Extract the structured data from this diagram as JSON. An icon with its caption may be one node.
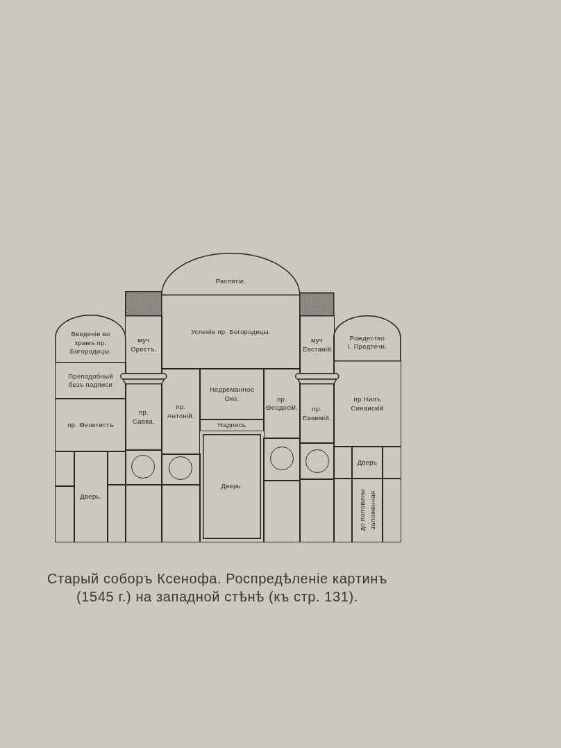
{
  "diagram": {
    "caption": "Старый соборъ Ксенофа. Роспредѣленіе картинъ (1545 г.) на западной стѣнѣ (къ стр. 131).",
    "nodes": [
      {
        "text": [
          "Распятіе."
        ]
      },
      {
        "text": [
          "Введеніе во храмъ пр. Богородицы."
        ]
      },
      {
        "text": [
          "муч Орестъ."
        ]
      },
      {
        "text": [
          "Успеніе пр. Богородицы."
        ]
      },
      {
        "text": [
          "муч Евстаѳій"
        ]
      },
      {
        "text": [
          "Рождество I. Предтечи."
        ]
      },
      {
        "text": [
          "Преподобный безъ подписи"
        ]
      },
      {
        "text": [
          "Недреманное Око."
        ]
      },
      {
        "text": [
          "пр. Антоній."
        ]
      },
      {
        "text": [
          "пр. Ѳеодосій."
        ]
      },
      {
        "text": [
          "пр Нилъ Синаискій"
        ]
      },
      {
        "text": [
          "пр. Савва."
        ]
      },
      {
        "text": [
          "пр. Евѳимій."
        ]
      },
      {
        "text": [
          "пр. Ѳеоктистъ"
        ]
      },
      {
        "text": [
          "Надпись"
        ]
      },
      {
        "text": [
          "Дверь."
        ]
      },
      {
        "text": [],
        "shape": "box"
      },
      {
        "text": [],
        "shape": "circle",
        "in": 16
      },
      {
        "text": [],
        "shape": "box"
      },
      {
        "text": [],
        "shape": "circle",
        "in": 18
      },
      {
        "text": [],
        "shape": "box"
      },
      {
        "text": [],
        "shape": "circle",
        "in": 20
      },
      {
        "text": [],
        "shape": "box"
      },
      {
        "text": [
          "Дверь"
        ]
      },
      {
        "text": [],
        "shape": "box"
      },
      {
        "text": [],
        "shape": "box"
      },
      {
        "text": [
          "Дверь."
        ]
      },
      {
        "text": [],
        "shape": "box"
      },
      {
        "text": [],
        "shape": "box"
      },
      {
        "text": [],
        "shape": "circle",
        "in": 28
      },
      {
        "text": [],
        "shape": "box"
      },
      {
        "text": [],
        "shape": "box"
      },
      {
        "text": [],
        "shape": "box"
      },
      {
        "text": [],
        "shape": "box"
      },
      {
        "text": [],
        "shape": "box"
      },
      {
        "text": [],
        "shape": "box"
      },
      {
        "text": [],
        "shape": "box"
      },
      {
        "text": [
          "до половины заложенная"
        ]
      },
      {
        "text": [],
        "shape": "box"
      }
    ]
  }
}
